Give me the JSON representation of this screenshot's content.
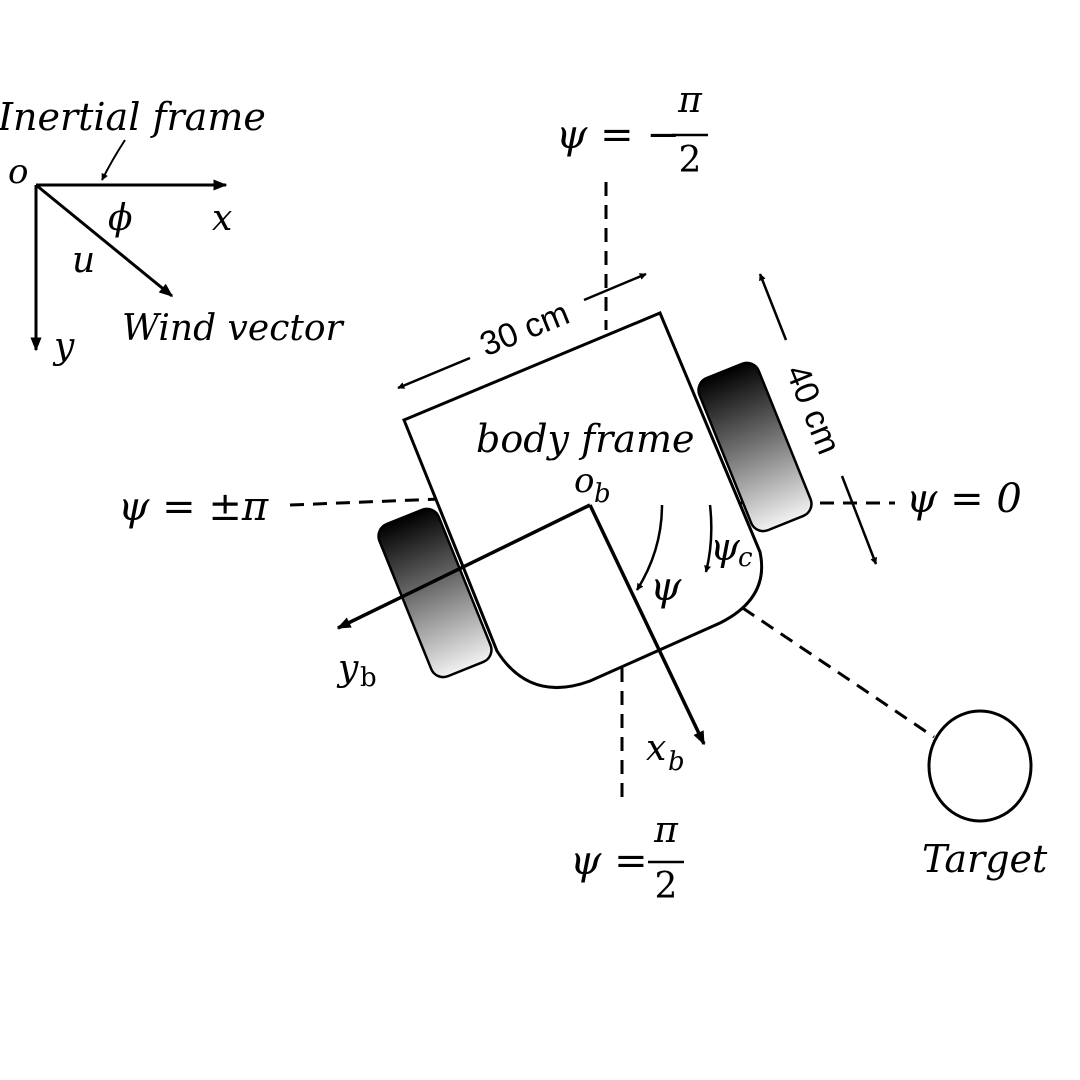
{
  "inertial": {
    "title": "Inertial frame",
    "origin": "o",
    "x_axis": "x",
    "y_axis": "y",
    "angle": "ϕ",
    "speed": "u",
    "wind": "Wind vector"
  },
  "psi_labels": {
    "top_lhs": "ψ = −",
    "top_num": "π",
    "top_den": "2",
    "bottom_lhs": "ψ =",
    "bottom_num": "π",
    "bottom_den": "2",
    "left": "ψ = ±π",
    "right": "ψ = 0"
  },
  "robot": {
    "body_label": "body frame",
    "origin_base": "o",
    "origin_sub": "b",
    "width_dim": "30 cm",
    "length_dim": "40 cm",
    "xb_base": "x",
    "xb_sub": "b",
    "yb_base": "y",
    "yb_sub": "b",
    "psi": "ψ",
    "psi_c_base": "ψ",
    "psi_c_sub": "c"
  },
  "target": {
    "label": "Target"
  },
  "colors": {
    "ink": "#000000",
    "wheel_dark": "#000000",
    "wheel_light": "#f2f2f2"
  }
}
